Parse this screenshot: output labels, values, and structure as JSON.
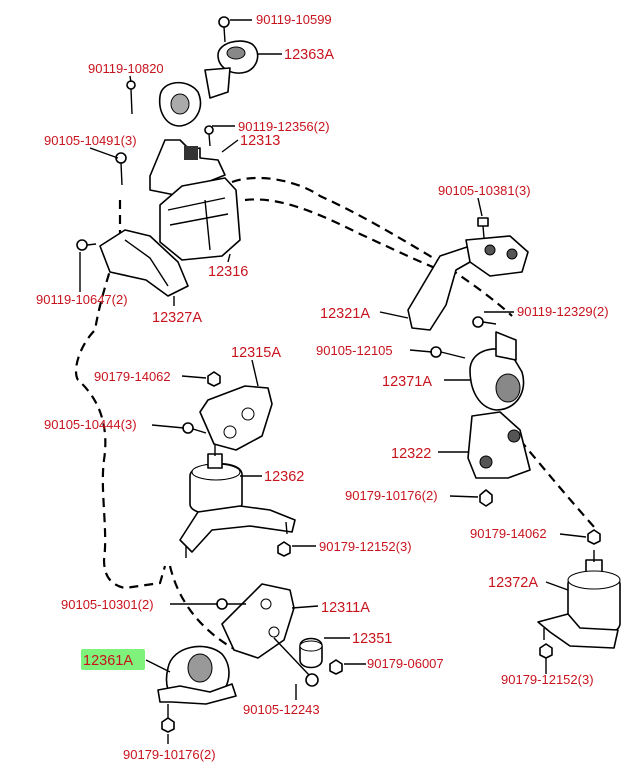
{
  "parts": {
    "p1": "90119-10599",
    "p2": "12363A",
    "p3": "90119-10820",
    "p4": "90119-12356(2)",
    "p5": "90105-10491(3)",
    "p6": "12313",
    "p7": "90105-10381(3)",
    "p8": "12316",
    "p9": "90119-10647(2)",
    "p10": "12327A",
    "p11": "12321A",
    "p12": "90119-12329(2)",
    "p13": "12315A",
    "p14": "90105-12105",
    "p15": "12371A",
    "p16": "90179-14062",
    "p17": "90105-10444(3)",
    "p18": "12322",
    "p19": "12362",
    "p20": "90179-10176(2)",
    "p21": "90179-12152(3)",
    "p22": "90179-14062",
    "p23": "12372A",
    "p24": "90105-10301(2)",
    "p25": "12311A",
    "p26": "12351",
    "p27": "12361A",
    "p28": "90179-06007",
    "p29": "90179-12152(3)",
    "p30": "90105-12243",
    "p31": "90179-10176(2)"
  },
  "highlight": {
    "part": "12361A",
    "color": "#7ef27a"
  }
}
